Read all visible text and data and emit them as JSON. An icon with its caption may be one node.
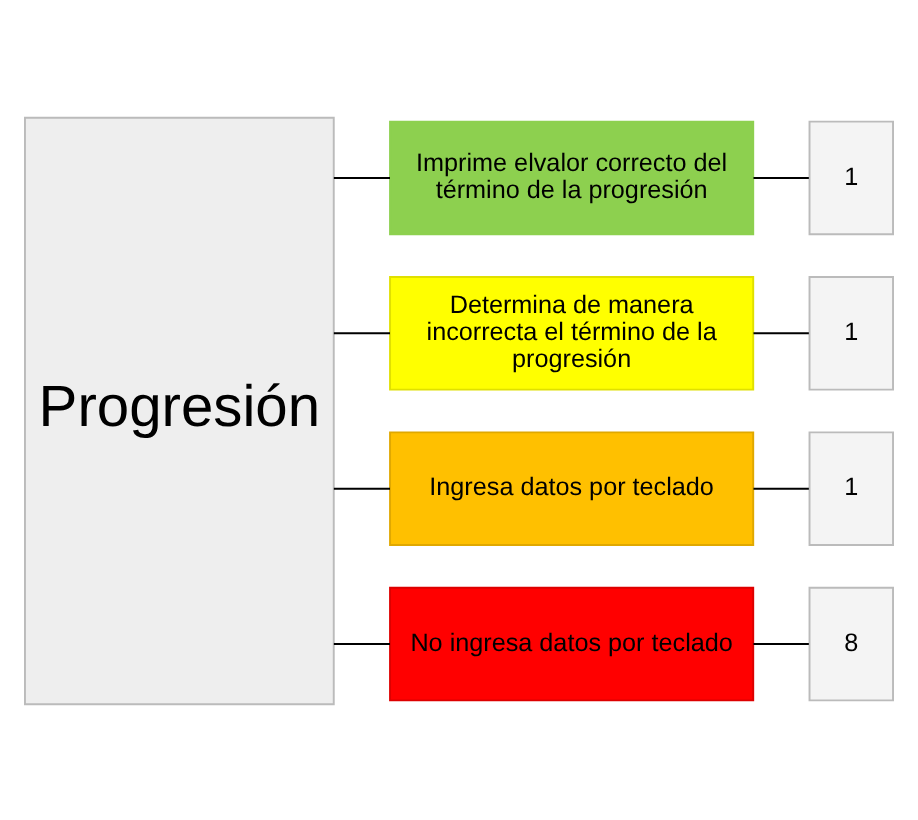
{
  "diagram": {
    "nodes": [
      {
        "text": [
          "Progresión"
        ]
      },
      {
        "text": [
          "Imprime elvalor correcto del término de la progresión"
        ]
      },
      {
        "text": [
          "Determina de manera incorrecta el término de la progresión"
        ]
      },
      {
        "text": [
          "Ingresa datos por teclado"
        ]
      },
      {
        "text": [
          "No ingresa datos por teclado"
        ]
      },
      {
        "text": [
          "1"
        ]
      },
      {
        "text": [
          "1"
        ]
      },
      {
        "text": [
          "1"
        ]
      },
      {
        "text": [
          "8"
        ]
      }
    ],
    "edges": [
      {
        "from": 0,
        "to": 1,
        "arrow": "none"
      },
      {
        "from": 0,
        "to": 2,
        "arrow": "none"
      },
      {
        "from": 0,
        "to": 3,
        "arrow": "none"
      },
      {
        "from": 0,
        "to": 4,
        "arrow": "none"
      },
      {
        "from": 1,
        "to": 5,
        "arrow": "none"
      },
      {
        "from": 2,
        "to": 6,
        "arrow": "none"
      },
      {
        "from": 3,
        "to": 7,
        "arrow": "none"
      },
      {
        "from": 4,
        "to": 8,
        "arrow": "none"
      }
    ]
  }
}
